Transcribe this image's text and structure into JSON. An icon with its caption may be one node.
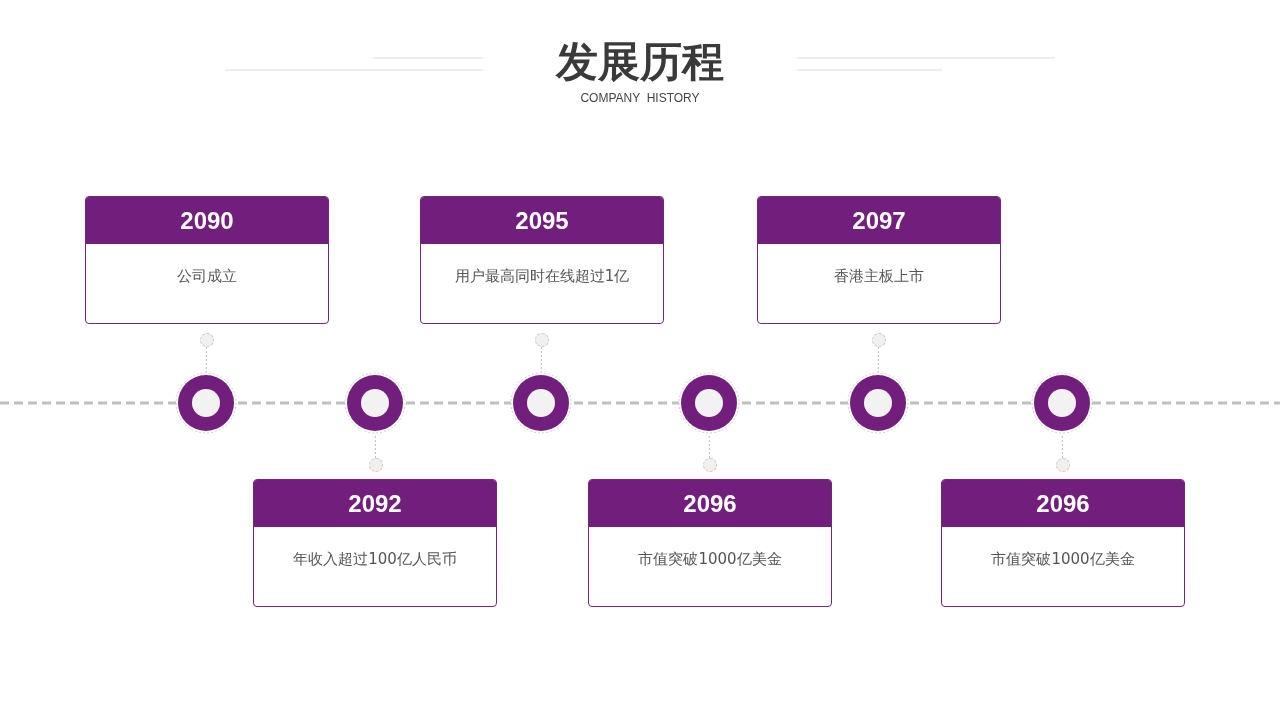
{
  "diagram": {
    "title": "发展历程",
    "nodes": [
      {
        "text": [
          "2090",
          "公司成立"
        ]
      },
      {
        "text": [
          "2092",
          "年收入超过100亿人民币"
        ]
      },
      {
        "text": [
          "2095",
          "用户最高同时在线超过1亿"
        ]
      },
      {
        "text": [
          "2096",
          "市值突破1000亿美金"
        ]
      },
      {
        "text": [
          "2097",
          "香港主板上市"
        ]
      },
      {
        "text": [
          "2096",
          "市值突破1000亿美金"
        ]
      },
      {
        "text": [],
        "shape": "circle"
      },
      {
        "text": [],
        "shape": "circle"
      },
      {
        "text": [],
        "shape": "circle"
      },
      {
        "text": [],
        "shape": "circle"
      },
      {
        "text": [],
        "shape": "circle"
      },
      {
        "text": [],
        "shape": "circle"
      },
      {
        "text": [],
        "shape": "circle"
      },
      {
        "text": [],
        "shape": "circle"
      },
      {
        "text": [],
        "shape": "circle"
      },
      {
        "text": [],
        "shape": "circle"
      },
      {
        "text": [],
        "shape": "circle"
      },
      {
        "text": [],
        "shape": "circle"
      }
    ],
    "edges": [
      {
        "from": 12,
        "to": 6,
        "arrow": "none",
        "style": "dashed"
      },
      {
        "from": 13,
        "to": 7,
        "arrow": "none",
        "style": "dashed"
      },
      {
        "from": 14,
        "to": 8,
        "arrow": "none",
        "style": "dashed"
      },
      {
        "from": 15,
        "to": 9,
        "arrow": "none",
        "style": "dashed"
      },
      {
        "from": 16,
        "to": 10,
        "arrow": "none",
        "style": "dashed"
      },
      {
        "from": 17,
        "to": 11,
        "arrow": "none",
        "style": "dashed"
      }
    ],
    "labels": [
      "COMPANY  HISTORY"
    ]
  }
}
